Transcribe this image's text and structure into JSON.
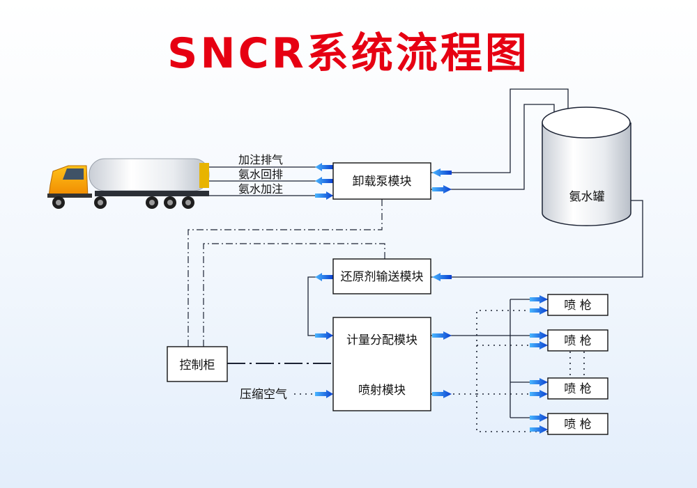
{
  "title": "SNCR系统流程图",
  "colors": {
    "title": "#e60012",
    "line": "#1b2233",
    "arrow": "#0d4fd6",
    "box_border": "#111111"
  },
  "truck_lines": [
    "加注排气",
    "氨水回排",
    "氨水加注"
  ],
  "modules": {
    "unload_pump": "卸载泵模块",
    "ammonia_tank": "氨水罐",
    "reductant_transfer": "还原剂输送模块",
    "metering_distribution": "计量分配模块",
    "injection": "喷射模块",
    "control_cabinet": "控制柜",
    "compressed_air": "压缩空气"
  },
  "nozzles": [
    "喷 枪",
    "喷 枪",
    "喷 枪",
    "喷 枪"
  ],
  "icons": {
    "truck": "tanker-truck-icon",
    "tank": "storage-tank-icon"
  }
}
